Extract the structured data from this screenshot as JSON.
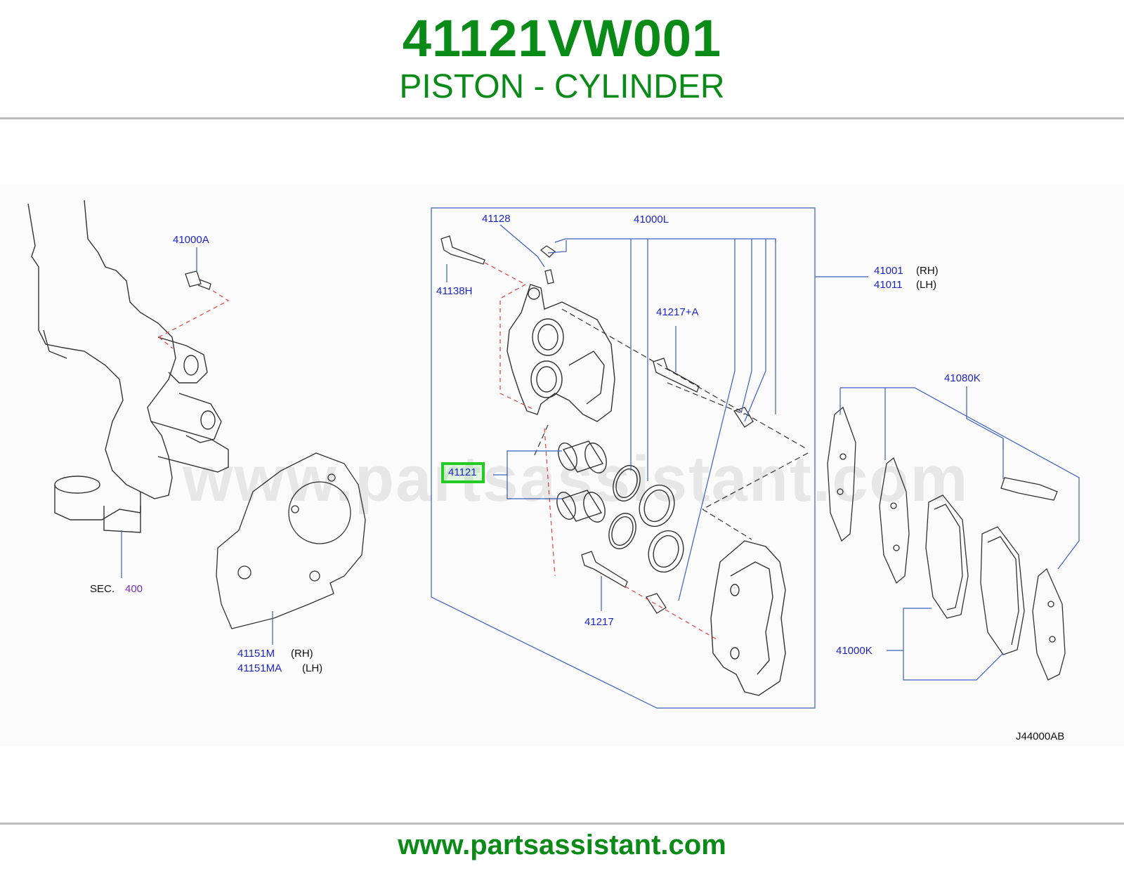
{
  "header": {
    "part_number": "41121VW001",
    "part_name": "PISTON - CYLINDER"
  },
  "diagram": {
    "watermark": "www.partsassistant.com",
    "labels": {
      "l_41000A": "41000A",
      "l_sec": "SEC.",
      "l_sec_num": "400",
      "l_41151M": "41151M",
      "l_41151M_rh": "(RH)",
      "l_41151MA": "41151MA",
      "l_41151MA_lh": "(LH)",
      "l_41128": "41128",
      "l_41000L": "41000L",
      "l_41138H": "41138H",
      "l_41217A": "41217+A",
      "l_41121": "41121",
      "l_41217": "41217",
      "l_41001": "41001",
      "l_41001_rh": "(RH)",
      "l_41011": "41011",
      "l_41011_lh": "(LH)",
      "l_41080K": "41080K",
      "l_41000K": "41000K",
      "l_code": "J44000AB"
    },
    "colors": {
      "leader": "#3a5fbf",
      "dashed_red": "#e04040",
      "highlight": "#22cc22"
    }
  },
  "footer": {
    "url": "www.partsassistant.com"
  }
}
